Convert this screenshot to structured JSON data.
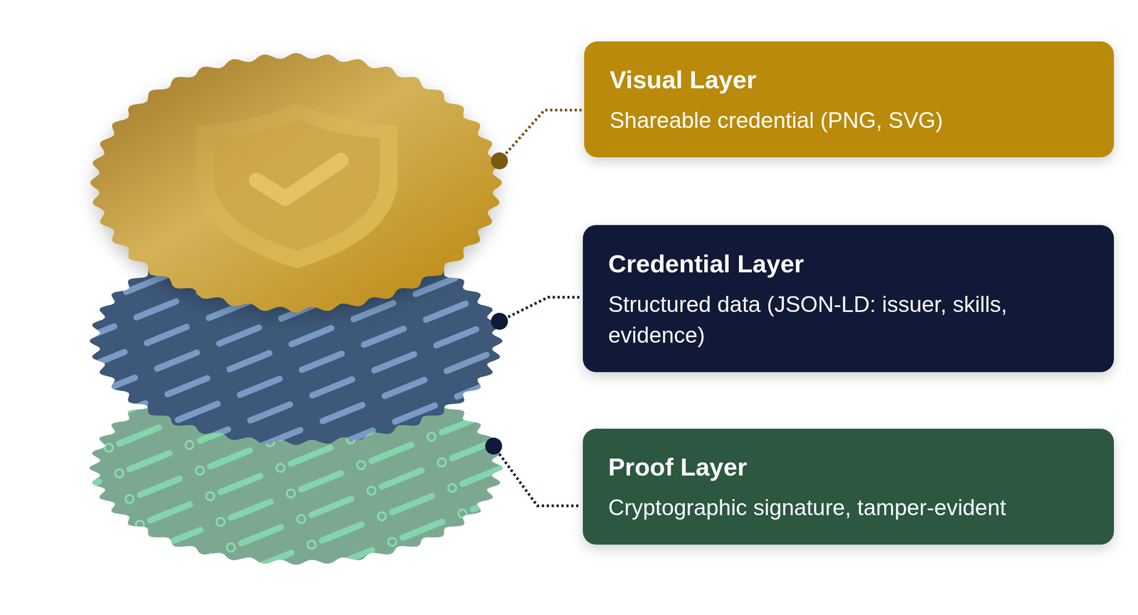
{
  "diagram": {
    "nodes": [
      {
        "text": [
          "Visual Layer",
          "Shareable credential (PNG, SVG)"
        ]
      },
      {
        "text": [
          "Credential Layer",
          "Structured data (JSON-LD: issuer, skills, evidence)"
        ]
      },
      {
        "text": [
          "Proof Layer",
          "Cryptographic signature, tamper-evident"
        ]
      }
    ]
  }
}
